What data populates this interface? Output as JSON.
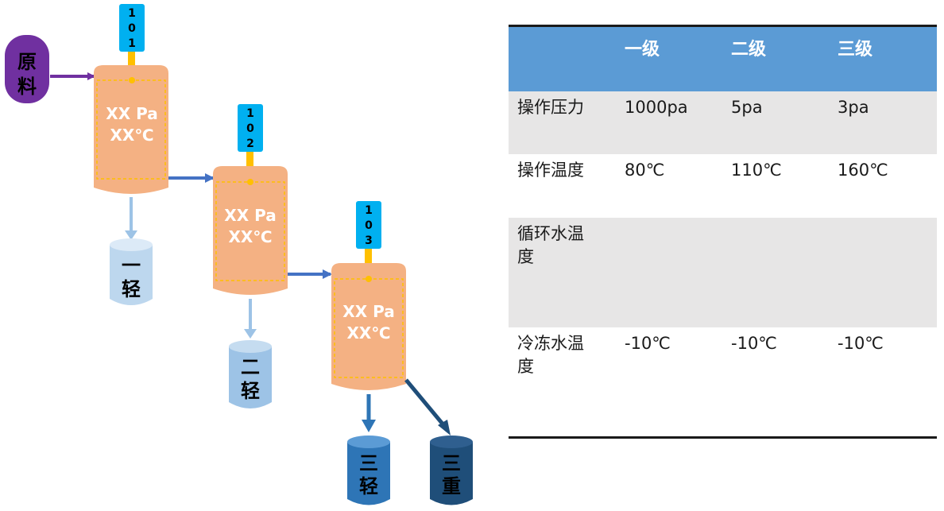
{
  "diagram": {
    "feed_label": "原料",
    "columns": [
      {
        "id_digits": [
          "1",
          "0",
          "1"
        ],
        "pressure": "XX Pa",
        "temperature": "XX℃"
      },
      {
        "id_digits": [
          "1",
          "0",
          "2"
        ],
        "pressure": "XX Pa",
        "temperature": "XX℃"
      },
      {
        "id_digits": [
          "1",
          "0",
          "3"
        ],
        "pressure": "XX Pa",
        "temperature": "XX℃"
      }
    ],
    "products": [
      {
        "top": "一",
        "bottom": "轻"
      },
      {
        "top": "二",
        "bottom": "轻"
      },
      {
        "top": "三",
        "bottom": "轻"
      },
      {
        "top": "三",
        "bottom": "重"
      }
    ],
    "colors": {
      "column": "#f4b183",
      "column_border": "#ffc000",
      "feed": "#7030a0",
      "id_tag": "#00b0f0",
      "connector": "#ffc000",
      "flow_arrow": "#4472c4",
      "light_arrow": "#9dc3e6",
      "product_light_1": "#bdd7ee",
      "product_light_2": "#9dc3e6",
      "product_light_3": "#2e75b6",
      "product_heavy": "#1f4e79"
    }
  },
  "table": {
    "headers": [
      "",
      "一级",
      "二级",
      "三级"
    ],
    "rows": [
      {
        "label": "操作压力",
        "values": [
          "1000pa",
          "5pa",
          "3pa"
        ]
      },
      {
        "label": "操作温度",
        "values": [
          "80℃",
          "110℃",
          "160℃"
        ]
      },
      {
        "label": "循环水温度",
        "values": [
          "",
          "",
          ""
        ]
      },
      {
        "label": "冷冻水温度",
        "values": [
          "-10℃",
          "-10℃",
          "-10℃"
        ]
      }
    ],
    "colors": {
      "header_bg": "#5b9bd5",
      "shade_bg": "#e7e6e6"
    }
  }
}
